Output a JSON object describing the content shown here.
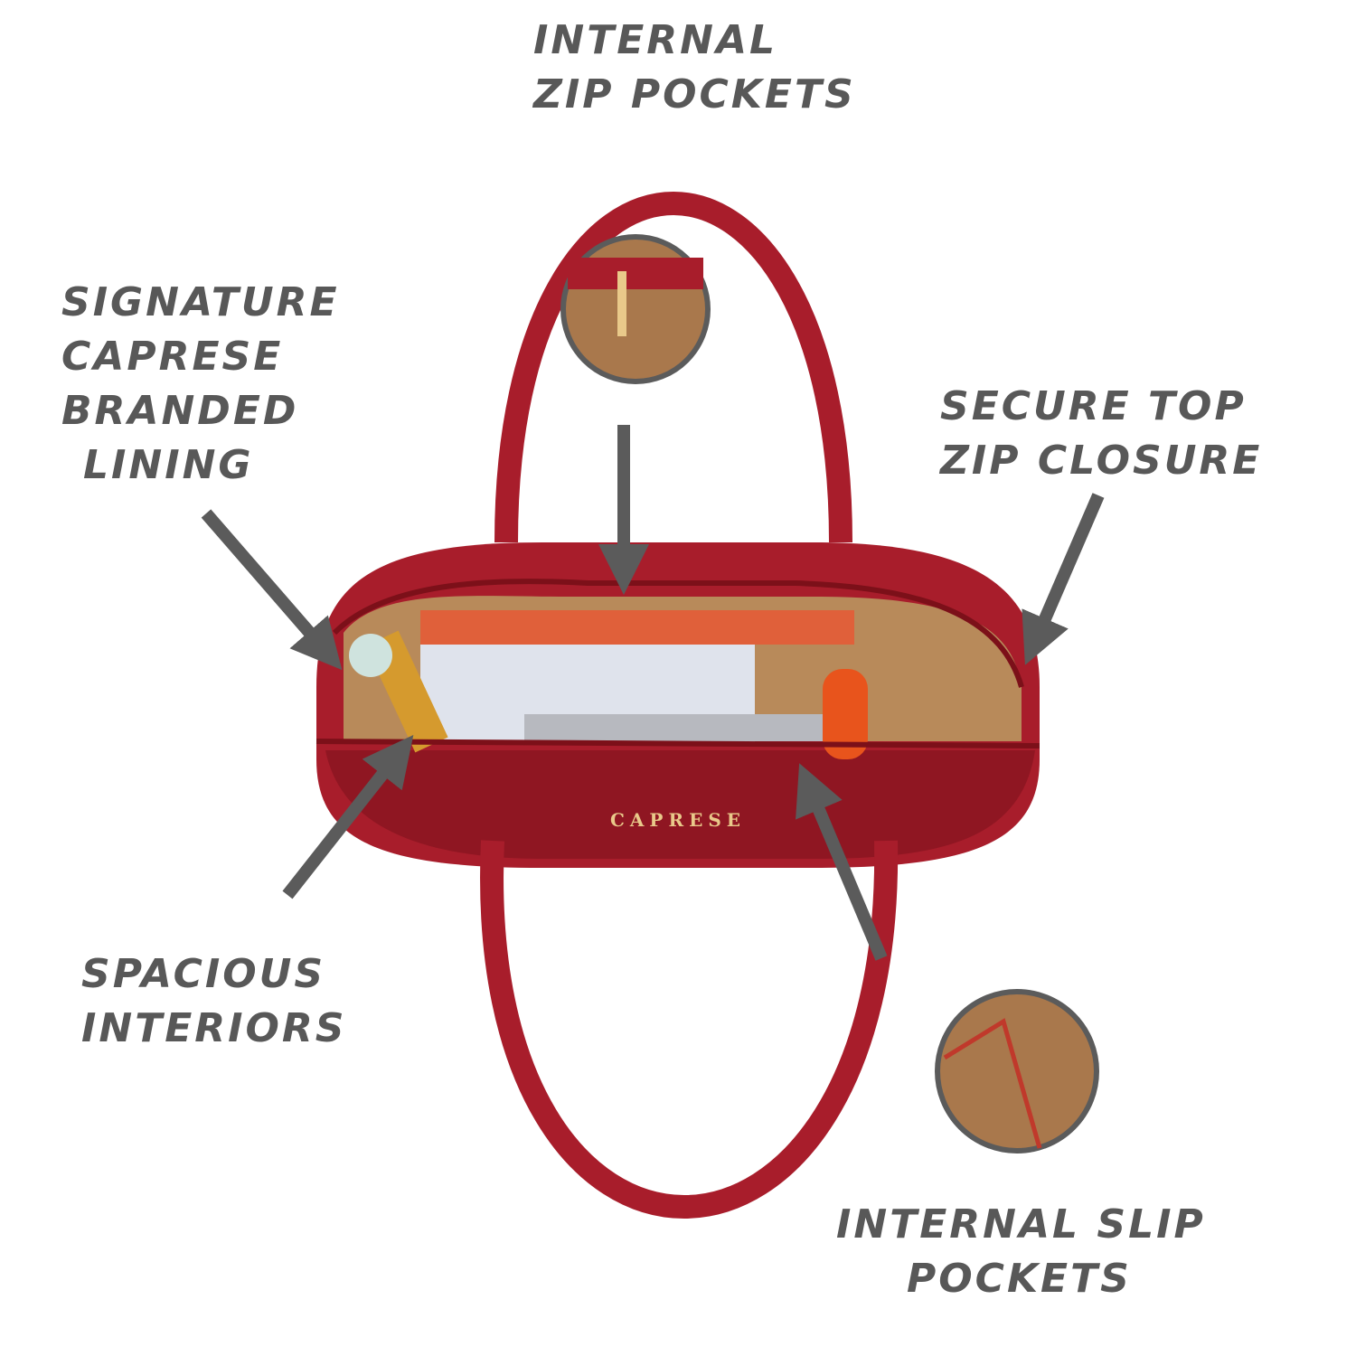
{
  "labels": {
    "internal_zip": [
      "INTERNAL",
      "ZIP POCKETS"
    ],
    "signature_lining": [
      "SIGNATURE",
      "CAPRESE",
      "BRANDED",
      "LINING"
    ],
    "secure_zip": [
      "SECURE TOP",
      "ZIP CLOSURE"
    ],
    "spacious": [
      "SPACIOUS",
      "INTERIORS"
    ],
    "internal_slip": [
      "INTERNAL SLIP",
      "POCKETS"
    ]
  },
  "brand_logo": "CAPRESE",
  "colors": {
    "bag": "#a81d2b",
    "arrow": "#5b5b5b",
    "lining": "#b88a5a",
    "text": "#585858"
  }
}
